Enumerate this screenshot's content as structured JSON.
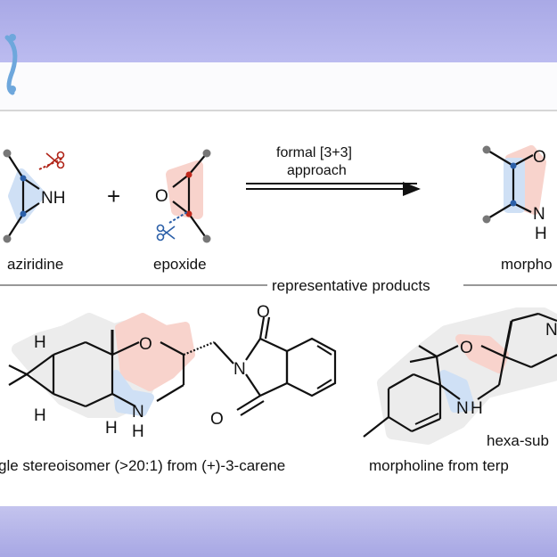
{
  "reaction": {
    "arrow_label_line1": "formal [3+3]",
    "arrow_label_line2": "approach",
    "plus": "+",
    "aziridine_label": "aziridine",
    "epoxide_label": "epoxide",
    "product_label": "morpho",
    "section_title": "representative products"
  },
  "atoms": {
    "nh": "NH",
    "o": "O",
    "n": "N",
    "h": "H",
    "o2": "O"
  },
  "products": {
    "left_caption": "gle stereoisomer (>20:1) from (+)-3-carene",
    "right_caption_line1": "hexa-sub",
    "right_caption_line2": "morpholine from terp"
  },
  "colors": {
    "blue_highlight": "#cfe0f5",
    "red_highlight": "#f8d3cc",
    "gray_highlight": "#ececec",
    "red_atom": "#c0281c",
    "blue_atom": "#2b5fa8",
    "bond": "#111111"
  }
}
